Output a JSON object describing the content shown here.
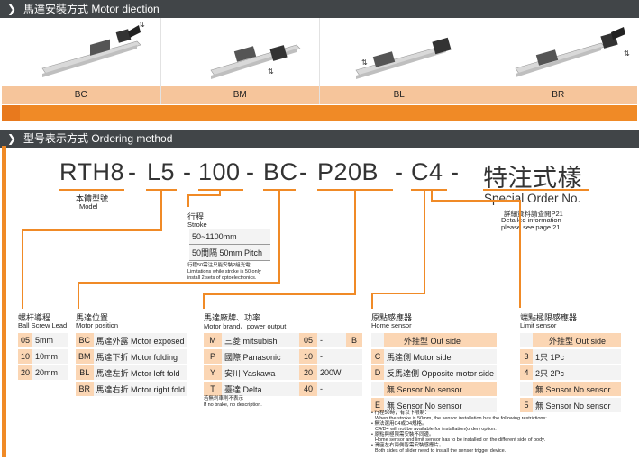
{
  "header1": {
    "title": "馬達安裝方式 Motor diection"
  },
  "motor_options": [
    {
      "label": "BC"
    },
    {
      "label": "BM"
    },
    {
      "label": "BL"
    },
    {
      "label": "BR"
    }
  ],
  "header2": {
    "title": "型号表示方式 Ordering method"
  },
  "code": {
    "part1": "RTH8",
    "d1": "-",
    "part2": "L5",
    "d2": "-",
    "part3": "100",
    "d3": "-",
    "part4": "BC",
    "d4": "-",
    "part5": "P20B",
    "d5": "-",
    "part6": "C4",
    "d6": "-",
    "part7": "特注式樣"
  },
  "model": {
    "cn": "本體型號",
    "en": "Model"
  },
  "special": {
    "title": "Special Order No.",
    "l1": "詳細資料請查閱P21",
    "l2": "Detailed information",
    "l3": "please see page 21"
  },
  "stroke": {
    "cn": "行程",
    "en": "Stroke",
    "rows": [
      "50~1100mm",
      "50間隔 50mm Pitch"
    ],
    "note1": "行程50需注只能安裝2組光電",
    "note2": "Limitations while stroke is 50 only",
    "note3": "install 2 sets of optoelectronics."
  },
  "lead": {
    "cn": "螺杆導程",
    "en": "Ball Screw Lead",
    "rows": [
      {
        "k": "05",
        "v": "5mm"
      },
      {
        "k": "10",
        "v": "10mm"
      },
      {
        "k": "20",
        "v": "20mm"
      }
    ]
  },
  "position": {
    "cn": "馬達位置",
    "en": "Motor position",
    "rows": [
      {
        "k": "BC",
        "v": "馬達外露 Motor exposed"
      },
      {
        "k": "BM",
        "v": "馬達下折 Motor folding"
      },
      {
        "k": "BL",
        "v": "馬達左折 Motor left fold"
      },
      {
        "k": "BR",
        "v": "馬達右折 Motor right fold"
      }
    ]
  },
  "brand": {
    "cn": "馬達廠牌、功率",
    "en": "Motor brand、power output",
    "rows": [
      {
        "k": "M",
        "v": "三菱 mitsubishi",
        "p": "05",
        "w": "-",
        "b": "B"
      },
      {
        "k": "P",
        "v": "國際 Panasonic",
        "p": "10",
        "w": "-",
        "b": ""
      },
      {
        "k": "Y",
        "v": "安川 Yaskawa",
        "p": "20",
        "w": "200W",
        "b": ""
      },
      {
        "k": "T",
        "v": "臺達 Delta",
        "p": "40",
        "w": "-",
        "b": ""
      }
    ],
    "note1": "若無刹車則不表示",
    "note2": "If no brake, no description."
  },
  "home": {
    "cn": "原點感應器",
    "en": "Home sensor",
    "rows": [
      {
        "k": "",
        "v": "外挂型 Out side"
      },
      {
        "k": "C",
        "v": "馬達側 Motor side"
      },
      {
        "k": "D",
        "v": "反馬達側 Opposite motor side"
      },
      {
        "k": "",
        "v": "無 Sensor No sensor"
      },
      {
        "k": "E",
        "v": "無 Sensor No sensor"
      }
    ],
    "notes": [
      "• 行程50時，有以下限制：",
      "When the stroke is 50mm, the sensor installation has the following restrictions:",
      "• 無法選用C4或D4規格。",
      "C4/D4 will not be available for installation(order) option.",
      "• 原點與極限需安裝不同邊。",
      "Home sensor and limit sensor has to be installed on the different side of body.",
      "• 滑座左右兩側皆需安裝感應片。",
      "Both sides of slider need to install the sensor trigger device."
    ]
  },
  "limit": {
    "cn": "端點極限感應器",
    "en": "Limit sensor",
    "rows": [
      {
        "k": "",
        "v": "外挂型 Out side"
      },
      {
        "k": "3",
        "v": "1只 1Pc"
      },
      {
        "k": "4",
        "v": "2只 2Pc"
      },
      {
        "k": "",
        "v": "無 Sensor No sensor"
      },
      {
        "k": "5",
        "v": "無 Sensor No sensor"
      }
    ]
  }
}
